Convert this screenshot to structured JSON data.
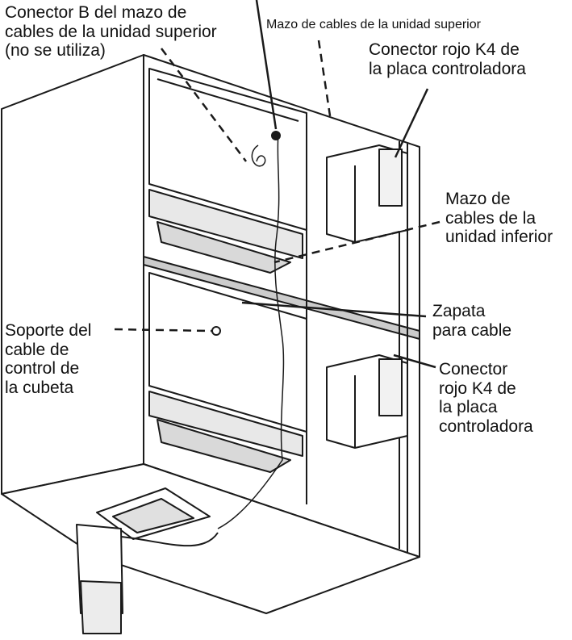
{
  "labels": {
    "connector_b": [
      "Conector B del mazo de",
      "cables de la unidad superior",
      "(no se utiliza)"
    ],
    "upper_harness": [
      "Mazo de cables de la unidad superior"
    ],
    "red_k4_top": [
      "Conector rojo K4 de",
      "la placa controladora"
    ],
    "lower_harness": [
      "Mazo de",
      "cables de la",
      "unidad inferior"
    ],
    "cable_shoe": [
      "Zapata",
      "para cable"
    ],
    "bin_control_support": [
      "Soporte del",
      "cable de",
      "control de",
      "la cubeta"
    ],
    "red_k4_bottom": [
      "Conector",
      "rojo K4 de",
      "la placa",
      "controladora"
    ]
  },
  "colors": {
    "line": "#1a1a1a",
    "panel": "#ffffff",
    "shade": "#d9d9d9",
    "text": "#111111"
  }
}
